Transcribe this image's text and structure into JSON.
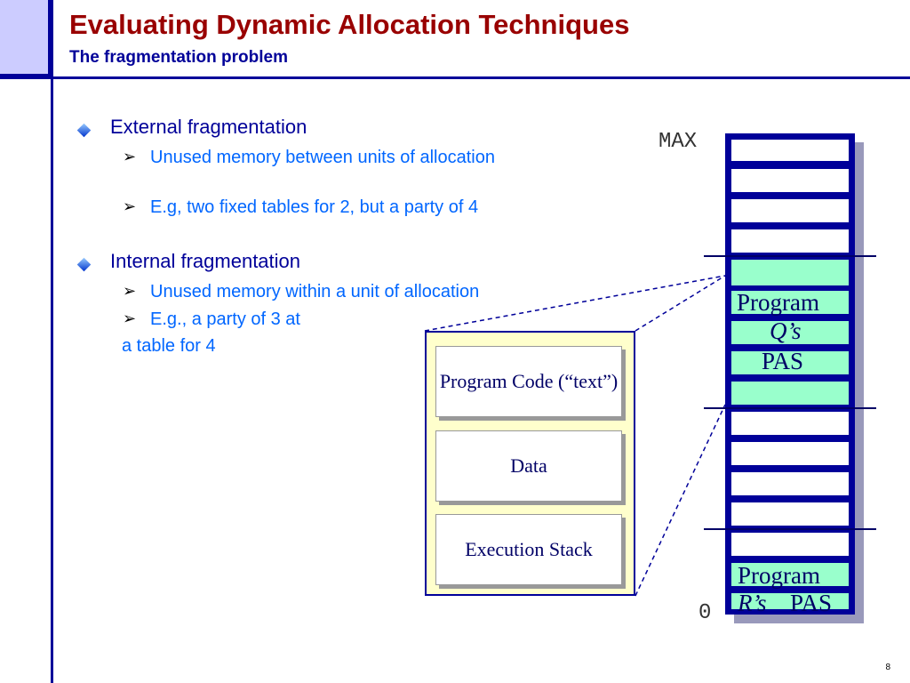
{
  "slide": {
    "title": "Evaluating Dynamic Allocation Techniques",
    "subtitle": "The fragmentation problem",
    "page_number": "8"
  },
  "bullets": [
    {
      "text": "External fragmentation",
      "subs": [
        "Unused memory between units of allocation",
        "E.g, two fixed tables for 2, but a party of 4"
      ]
    },
    {
      "text": "Internal fragmentation",
      "subs": [
        "Unused memory within a unit of allocation",
        "E.g., a party of 3 at",
        "a table for 4"
      ]
    }
  ],
  "pas_box": {
    "cells": [
      "Program Code (“text”)",
      "Data",
      "Execution Stack"
    ]
  },
  "memory": {
    "max_label": "MAX",
    "zero_label": "0",
    "program_q": {
      "line1": "Program",
      "line2": "Q’s",
      "line3": "PAS"
    },
    "program_r": {
      "line1": "Program",
      "line2": "R’s",
      "line3": "PAS"
    }
  },
  "colors": {
    "title": "#990000",
    "subtitle": "#000099",
    "sub_bullet": "#0066ff",
    "memory_frame": "#000099",
    "allocated": "#99ffcc",
    "pas_background": "#ffffcc"
  }
}
